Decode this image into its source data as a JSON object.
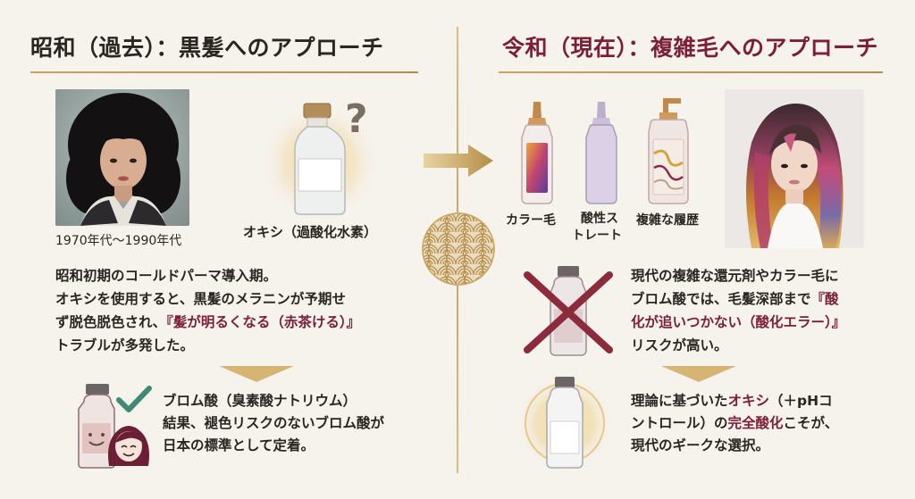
{
  "left": {
    "title": "昭和（過去）：黒髪へのアプローチ",
    "era_caption": "1970年代〜1990年代",
    "oxy_label": "オキシ（過酸化水素）",
    "question_mark": "?",
    "para": {
      "line1": "昭和初期のコールドパーマ導入期。",
      "line2": "オキシを使用すると、黒髪のメラニンが予期せ",
      "line3_a": "ず脱色脱色され、",
      "line3_b": "『髪が明るくなる（赤茶ける）』",
      "line4": "トラブルが多発した。"
    },
    "result": {
      "line1": "ブロム酸（臭素酸ナトリウム）",
      "line2": "結果、褪色リスクのないブロム酸が",
      "line3": "日本の標準として定着。"
    }
  },
  "right": {
    "title": "令和（現在）：複雑毛へのアプローチ",
    "labels": {
      "color": "カラー毛",
      "acid_1": "酸性ス",
      "acid_2": "トレート",
      "history": "複雑な履歴"
    },
    "para": {
      "line1": "現代の複雑な還元剤やカラー毛に",
      "line2_a": "ブロム酸では、毛髪深部まで",
      "line2_b": "『酸",
      "line3_a": "化が追いつかない（酸化エラー）』",
      "line4": "リスクが高い。"
    },
    "result": {
      "line1_a": "理論に基づいた",
      "line1_b": "オキシ",
      "line1_c": "（＋pHコ",
      "line2_a": "ントロール）の",
      "line2_b": "完全酸化",
      "line2_c": "こそが、",
      "line3": "現代のギークな選択。"
    }
  },
  "colors": {
    "accent": "#7b1f38",
    "gold": "#c9a45e",
    "check": "#3f8a73",
    "cross": "#7b1f38"
  },
  "icons": {
    "arrow": "arrow-right-icon",
    "wave": "seigaiha-wave-icon",
    "check": "check-icon",
    "cross": "cross-icon"
  }
}
